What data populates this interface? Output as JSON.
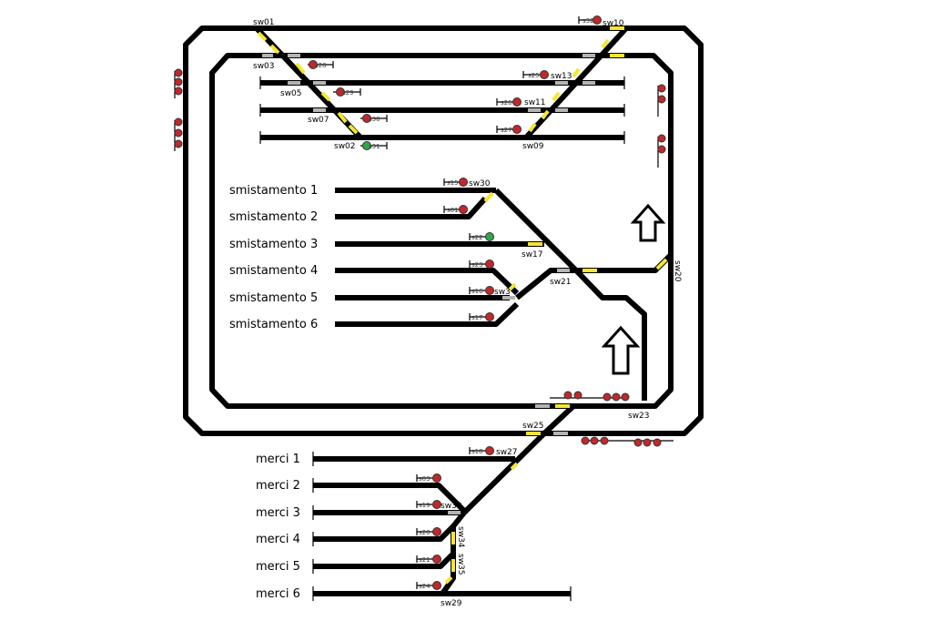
{
  "siding_labels": [
    "smistamento 1",
    "smistamento 2",
    "smistamento 3",
    "smistamento 4",
    "smistamento 5",
    "smistamento 6"
  ],
  "freight_labels": [
    "merci 1",
    "merci 2",
    "merci 3",
    "merci 4",
    "merci 5",
    "merci 6"
  ],
  "switches": {
    "sw01": "sw01",
    "sw03": "sw03",
    "sw05": "sw05",
    "sw07": "sw07",
    "sw02": "sw02",
    "sw09": "sw09",
    "sw11": "sw11",
    "sw13": "sw13",
    "sw10": "sw10",
    "sw30": "sw30",
    "sw17": "sw17",
    "sw21": "sw21",
    "sw3": "sw3",
    "sw20": "sw20",
    "sw23": "sw23",
    "sw25": "sw25",
    "sw27": "sw27",
    "sw33": "sw33",
    "sw34": "sw34",
    "sw35": "sw35",
    "sw29": "sw29"
  },
  "signals": {
    "s28": "s28",
    "s29": "s29",
    "s30": "s30",
    "s31": "s31",
    "s32": "s32",
    "s25": "s25",
    "s26": "s26",
    "s27": "s27",
    "s15": "s15",
    "s01": "s01",
    "s22": "s22",
    "s23": "s23",
    "s16": "s16",
    "s17": "s17",
    "s18": "s18",
    "s03": "s03",
    "s19": "s19",
    "s20": "s20",
    "s21": "s21",
    "s24": "s24"
  },
  "colors": {
    "track": "#000000",
    "switch_active": "#f5e62e",
    "switch_inactive": "#b4b4b4",
    "signal_red": "#c0282c",
    "signal_green": "#2ea84a"
  },
  "icons": [
    "arrow-up-icon",
    "arrow-up-icon"
  ]
}
